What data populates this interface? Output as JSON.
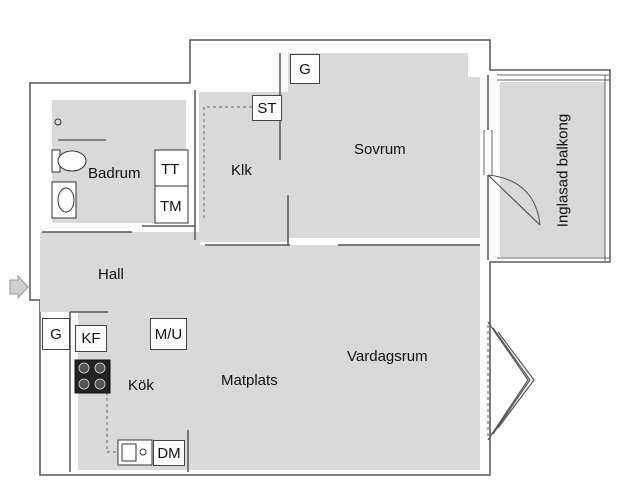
{
  "rooms": {
    "badrum": "Badrum",
    "klk": "Klk",
    "sovrum": "Sovrum",
    "balkong": "Inglasad balkong",
    "hall": "Hall",
    "vardagsrum": "Vardagsrum",
    "matplats": "Matplats",
    "kok": "Kök"
  },
  "fixtures": {
    "st": "ST",
    "g_bedroom": "G",
    "tt": "TT",
    "tm": "TM",
    "g_hall": "G",
    "kf": "KF",
    "mu": "M/U",
    "dm": "DM"
  },
  "colors": {
    "floor": "#d9d9d9",
    "wall": "#ffffff",
    "wall_outline": "#555555",
    "entrance_arrow": "#cfcfcf"
  }
}
